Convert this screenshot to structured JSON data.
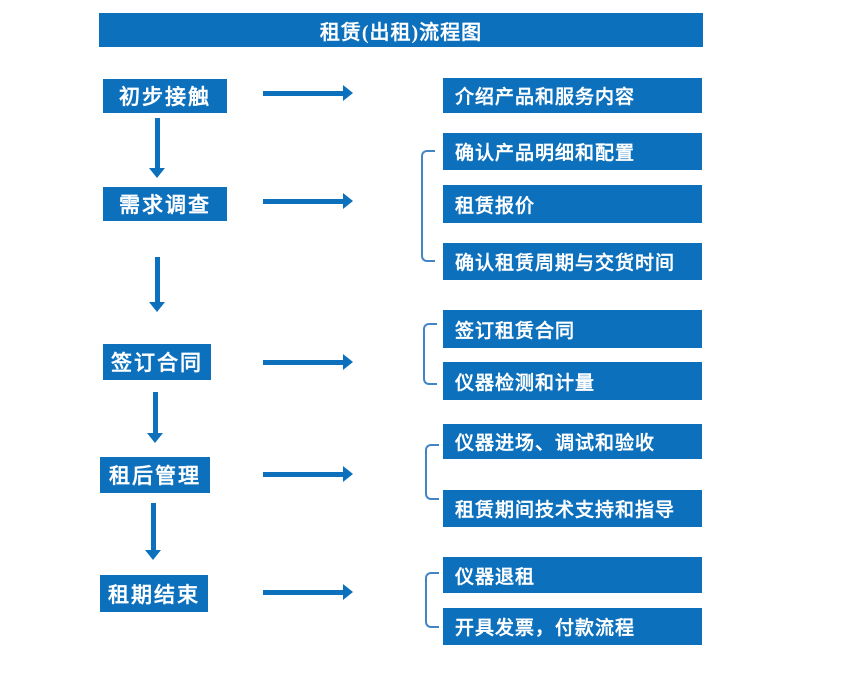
{
  "title": "租赁(出租)流程图",
  "colors": {
    "primary_blue": "#0d70bc",
    "bracket_blue": "#4285c4",
    "text_white": "#ffffff",
    "background": "#ffffff"
  },
  "steps": [
    {
      "label": "初步接触",
      "outputs": [
        "介绍产品和服务内容"
      ]
    },
    {
      "label": "需求调查",
      "outputs": [
        "确认产品明细和配置",
        "租赁报价",
        "确认租赁周期与交货时间"
      ]
    },
    {
      "label": "签订合同",
      "outputs": [
        "签订租赁合同",
        "仪器检测和计量"
      ]
    },
    {
      "label": "租后管理",
      "outputs": [
        "仪器进场、调试和验收",
        "租赁期间技术支持和指导"
      ]
    },
    {
      "label": "租期结束",
      "outputs": [
        "仪器退租",
        "开具发票，付款流程"
      ]
    }
  ]
}
